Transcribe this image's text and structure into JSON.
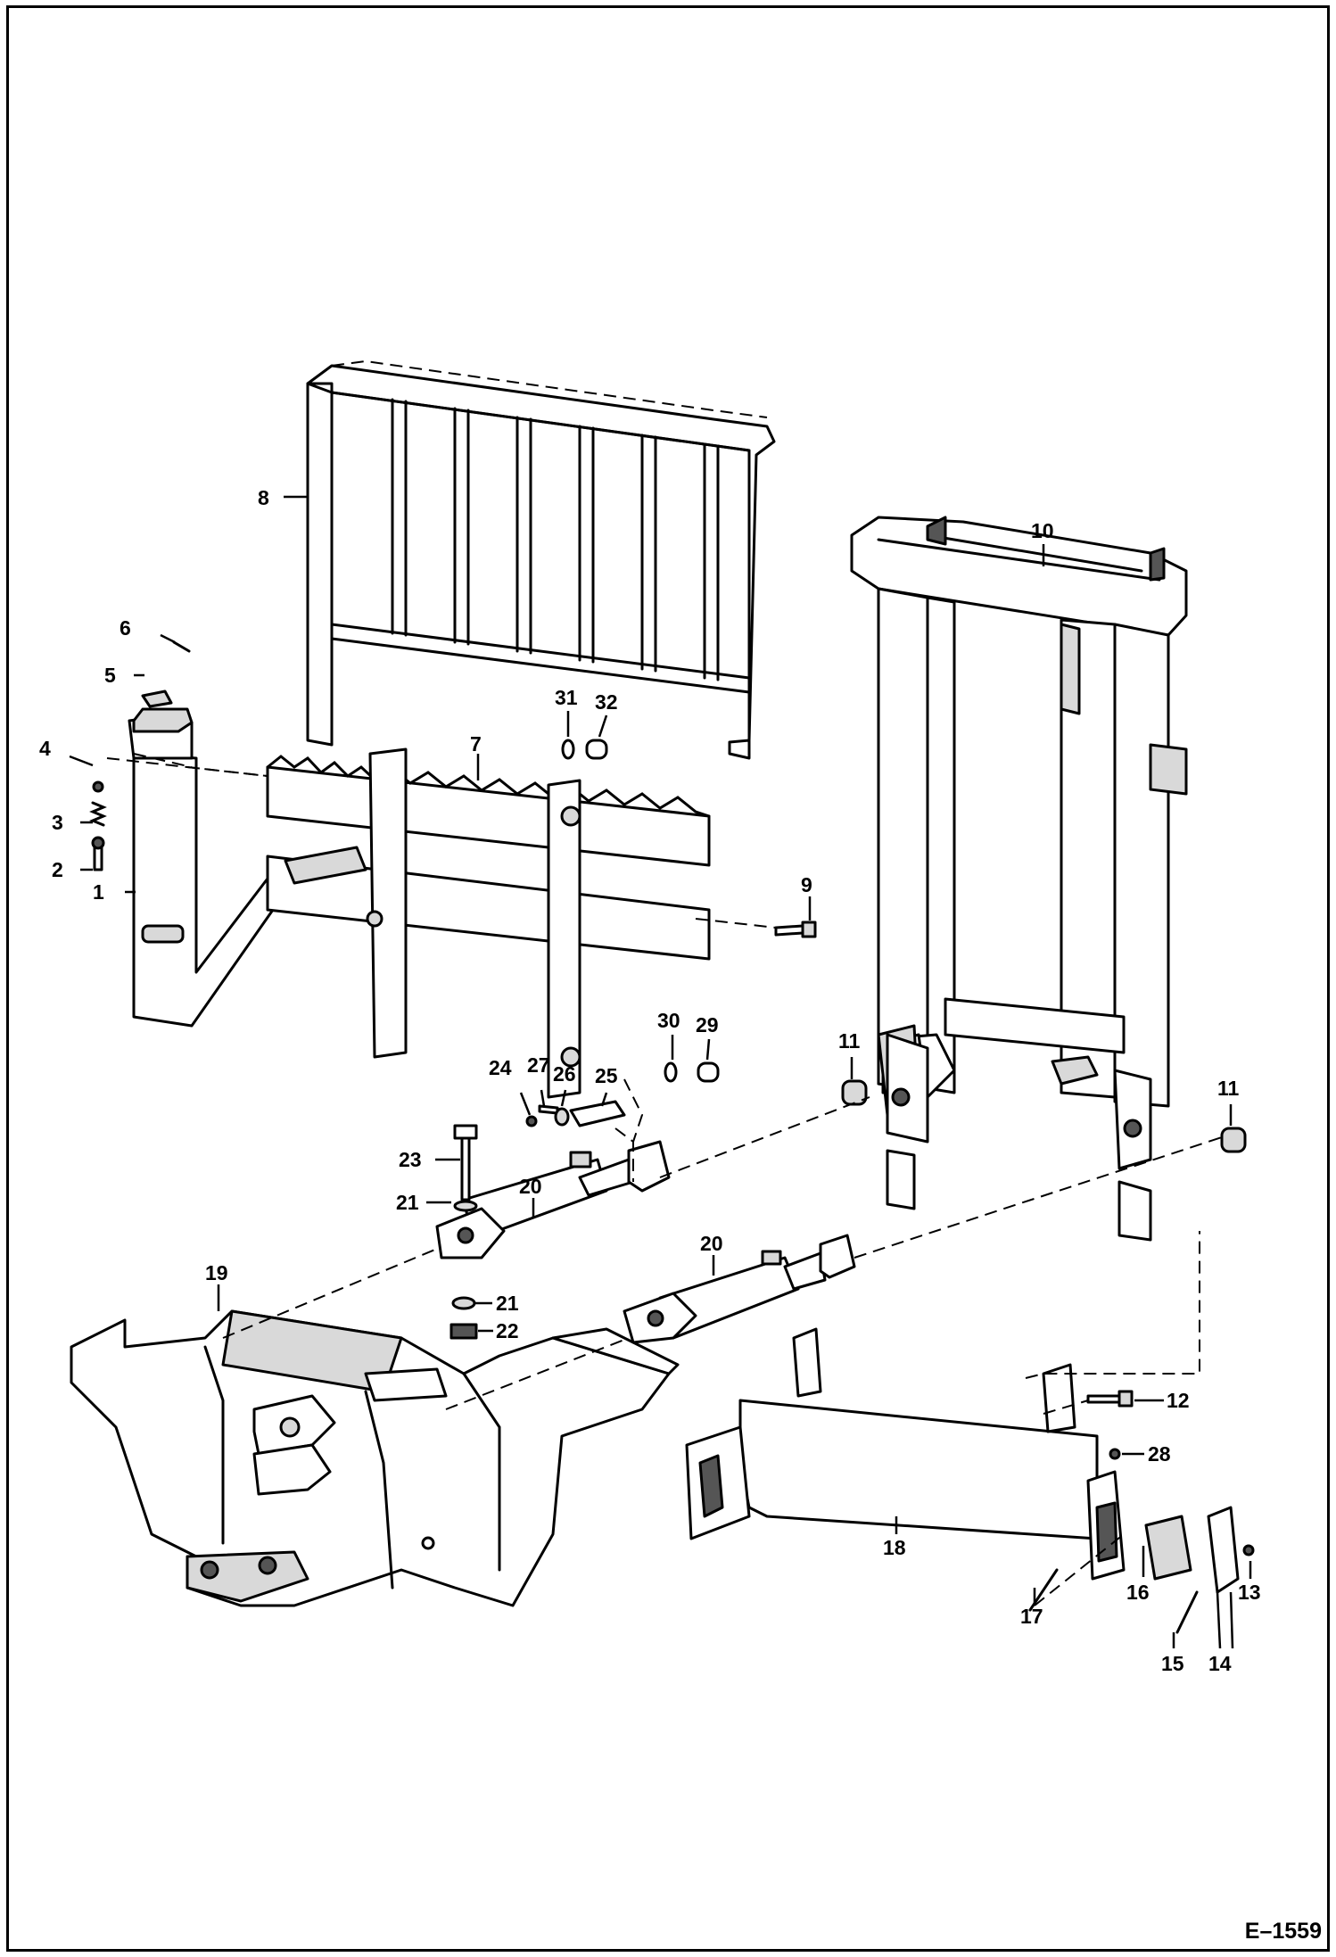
{
  "figure_id": "E–1559",
  "callouts": [
    {
      "id": "c1",
      "text": "1"
    },
    {
      "id": "c2",
      "text": "2"
    },
    {
      "id": "c3",
      "text": "3"
    },
    {
      "id": "c4",
      "text": "4"
    },
    {
      "id": "c5",
      "text": "5"
    },
    {
      "id": "c6",
      "text": "6"
    },
    {
      "id": "c7",
      "text": "7"
    },
    {
      "id": "c8",
      "text": "8"
    },
    {
      "id": "c9",
      "text": "9"
    },
    {
      "id": "c10",
      "text": "10"
    },
    {
      "id": "c11a",
      "text": "11"
    },
    {
      "id": "c11b",
      "text": "11"
    },
    {
      "id": "c12",
      "text": "12"
    },
    {
      "id": "c13",
      "text": "13"
    },
    {
      "id": "c14",
      "text": "14"
    },
    {
      "id": "c15",
      "text": "15"
    },
    {
      "id": "c16",
      "text": "16"
    },
    {
      "id": "c17",
      "text": "17"
    },
    {
      "id": "c18",
      "text": "18"
    },
    {
      "id": "c19",
      "text": "19"
    },
    {
      "id": "c20a",
      "text": "20"
    },
    {
      "id": "c20b",
      "text": "20"
    },
    {
      "id": "c21a",
      "text": "21"
    },
    {
      "id": "c21b",
      "text": "21"
    },
    {
      "id": "c22",
      "text": "22"
    },
    {
      "id": "c23",
      "text": "23"
    },
    {
      "id": "c24",
      "text": "24"
    },
    {
      "id": "c25",
      "text": "25"
    },
    {
      "id": "c26",
      "text": "26"
    },
    {
      "id": "c27",
      "text": "27"
    },
    {
      "id": "c28",
      "text": "28"
    },
    {
      "id": "c29",
      "text": "29"
    },
    {
      "id": "c30",
      "text": "30"
    },
    {
      "id": "c31",
      "text": "31"
    },
    {
      "id": "c32",
      "text": "32"
    }
  ]
}
